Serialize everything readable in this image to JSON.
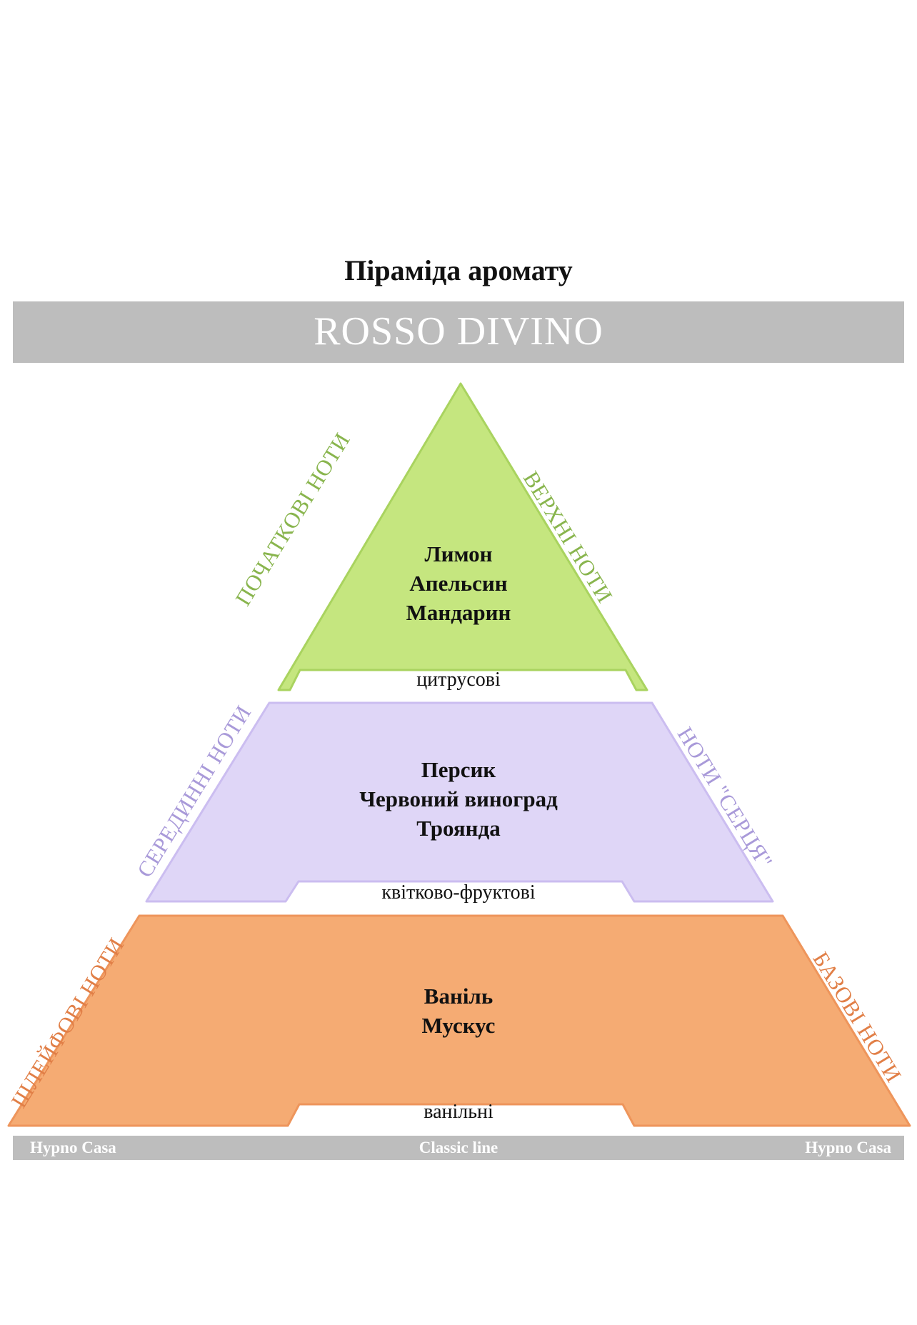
{
  "title": "Піраміда аромату",
  "product_name": "ROSSO DIVINO",
  "tiers": [
    {
      "color": "#c5e67f",
      "edge_color": "#a9d35f",
      "label_color": "#89b54e",
      "notes": [
        "Лимон",
        "Апельсин",
        "Мандарин"
      ],
      "family": "цитрусові",
      "left_label": "ПОЧАТКОВІ НОТИ",
      "right_label": "ВЕРХНІ НОТИ"
    },
    {
      "color": "#dfd6f7",
      "edge_color": "#cbbdf0",
      "label_color": "#a99ad9",
      "notes": [
        "Персик",
        "Червоний виноград",
        "Троянда"
      ],
      "family": "квітково-фруктові",
      "left_label": "СЕРЕДИННІ НОТИ",
      "right_label": "НОТИ \"СЕРЦЯ\""
    },
    {
      "color": "#f5ab73",
      "edge_color": "#ee955b",
      "label_color": "#e17f47",
      "notes": [
        "Ваніль",
        "Мускус"
      ],
      "family": "ванільні",
      "left_label": "ШЛЕЙФОВІ НОТИ",
      "right_label": "БАЗОВІ НОТИ"
    }
  ],
  "footer": {
    "left": "Hypno Casa",
    "center": "Classic line",
    "right": "Hypno Casa"
  }
}
